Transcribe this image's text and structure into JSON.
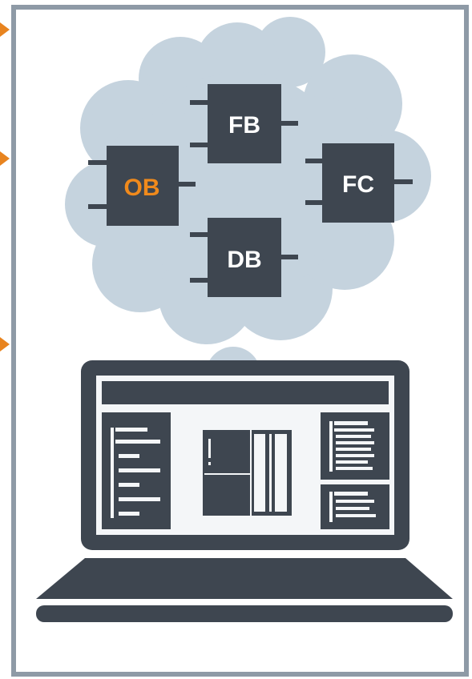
{
  "colors": {
    "frame": "#8e9aa6",
    "arrow": "#e8841f",
    "cloud": "#c5d3de",
    "block": "#3e4650",
    "block_text": "#ffffff",
    "block_text_highlight": "#f08a1c",
    "laptop": "#3e4650",
    "screen": "#f4f6f8",
    "cloud_bubble": "#c5d3de"
  },
  "blocks": [
    {
      "id": "ob",
      "label": "OB",
      "highlight": true
    },
    {
      "id": "fb",
      "label": "FB",
      "highlight": false
    },
    {
      "id": "fc",
      "label": "FC",
      "highlight": false
    },
    {
      "id": "db",
      "label": "DB",
      "highlight": false
    }
  ],
  "side_markers": [
    {
      "id": "marker-1",
      "icon": "orange-triangle-arrow-icon"
    },
    {
      "id": "marker-2",
      "icon": "orange-triangle-arrow-icon"
    },
    {
      "id": "marker-3",
      "icon": "orange-triangle-arrow-icon"
    }
  ],
  "laptop": {
    "icon": "laptop-icon",
    "screen_icon": "software-editor-window-icon"
  }
}
